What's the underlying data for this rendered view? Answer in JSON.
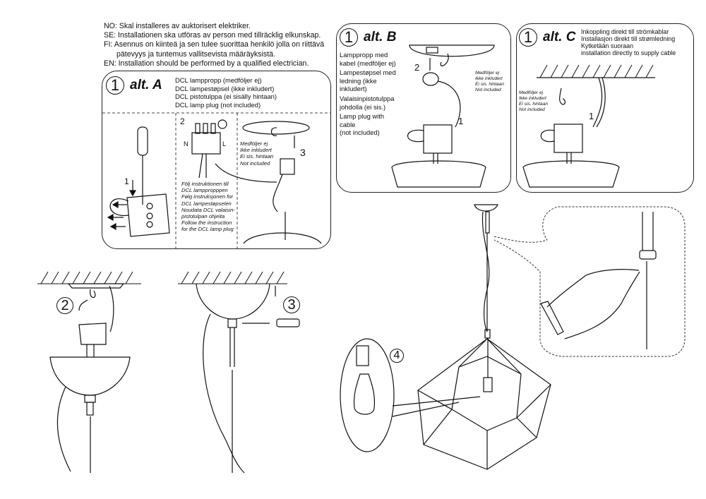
{
  "warnings": [
    {
      "text": "NO: Skal installeres av auktorisert elektriker."
    },
    {
      "text": "SE: Installationen ska utföras av person med tillräcklig elkunskap."
    },
    {
      "text": "FI:   Asennus on kiinteä ja sen tulee suorittaa henkilö jolla on riittävä"
    },
    {
      "text": "pätevyys ja tuntemus vallitsevista määräyksistä."
    },
    {
      "text": "EN: Installation should be performed by a qualified electrician."
    }
  ],
  "panel_a": {
    "step": "1",
    "title": "alt. A",
    "lines": [
      "DCL lamppropp (medföljer ej)",
      "DCL lampestøpsel (ikke inkludert)",
      "DCL pistotulppa (ei sisälly hintaan)",
      "DCL lamp plug (not included)"
    ],
    "sub1_step": "1",
    "sub2_step": "2",
    "sub2_n": "N",
    "sub2_l": "L",
    "sub2_notes": [
      "Följ instruktionen till",
      "DCL lamppropppen",
      "Følg instruksjonen for",
      "DCL lampestøpselen",
      "Noudata DCL valaisin-",
      "pistotulpan ohjeita",
      "Follow the instruction",
      "for the DCL lamp plug"
    ],
    "sub3_step": "3",
    "not_included": [
      "Medföljer ej",
      "Ikke inkludert",
      "Ei sis. hintaan",
      "Not included"
    ]
  },
  "panel_b": {
    "step": "1",
    "title": "alt. B",
    "lines": [
      "Lamppropp med",
      "kabel (medföljer ej)",
      "Lampestøpsel med",
      "ledning (ikke",
      "inkludert)",
      "Valaisinpistotulppa",
      "johdolla (ei sis.)",
      "Lamp plug with",
      "cable",
      "(not included)"
    ],
    "label_2": "2",
    "label_1": "1",
    "not_included": [
      "Medföljer ej",
      "Ikke inkludert",
      "Ei sis. hintaan",
      "Not included"
    ]
  },
  "panel_c": {
    "step": "1",
    "title": "alt. C",
    "lines": [
      "Inkoppling direkt till strömkablar",
      "Installasjon direkt till strømledning",
      "Kytketään suoraan",
      "installation directly to supply cable"
    ],
    "label_1": "1",
    "not_included": [
      "Medföljer ej",
      "Ikke inkludert",
      "Ei sis. hintaan",
      "Not included"
    ]
  },
  "steps": {
    "two": "2",
    "three": "3",
    "four": "4"
  }
}
